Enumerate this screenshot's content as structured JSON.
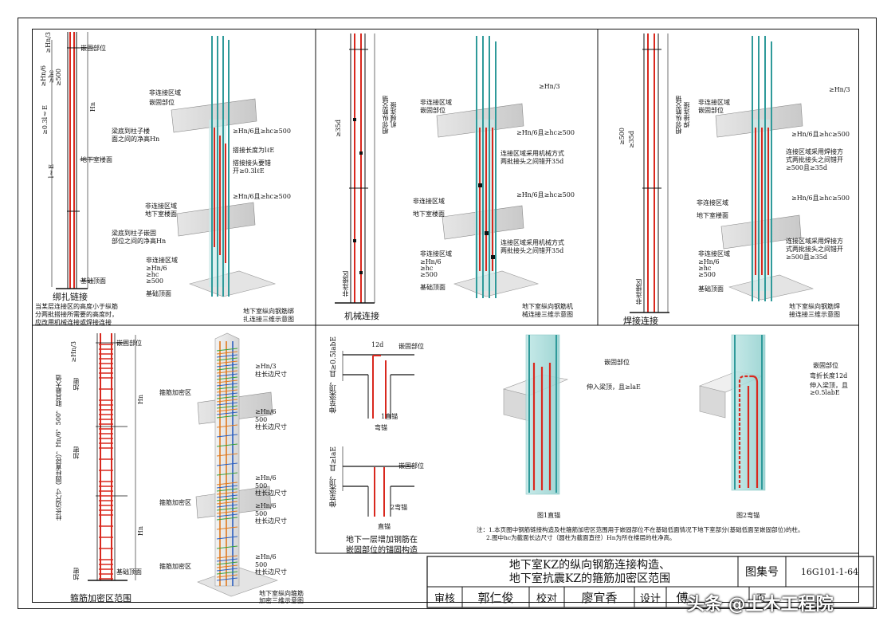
{
  "panels": {
    "p1": {
      "left_caption": "绑扎链接",
      "note_lines": [
        "当某层连接区的高度小于纵筋",
        "分两批搭接所需要的高度时，",
        "应改用机械连接或焊接连接"
      ],
      "right_caption_lines": [
        "地下室纵向钢筋绑",
        "扎连接三维示意图"
      ],
      "left_labels": [
        "嵌固部位",
        "梁底到柱子楼",
        "面之间的净高Hn",
        "地下室楼面",
        "梁底到柱子嵌固",
        "部位之间的净高Hn",
        "基础顶面"
      ],
      "left_dims": [
        "≥Hn/3",
        "≥Hn/6",
        "≥hc",
        "≥500",
        "≥0.3lℓE",
        "lℓE",
        "Hn"
      ],
      "right_labels": [
        "非连接区域",
        "嵌固部位",
        "≥Hn/6且≥hc≥500",
        "搭接长度为lℓE",
        "搭接接头要错",
        "开≥0.3lℓE",
        "≥Hn/6且≥hc≥500",
        "非连接区域",
        "地下室楼面",
        "非连接区域",
        "≥Hn/6",
        "≥hc",
        "≥500",
        "基础顶面"
      ]
    },
    "p2": {
      "left_caption": "机械连接",
      "right_caption_lines": [
        "地下室纵向钢筋机",
        "械连接三维示意图"
      ],
      "left_vertical": [
        "相邻纵筋交错",
        "机械连接",
        "非连接区",
        "≥35d"
      ],
      "right_labels": [
        "≥Hn/3",
        "非连接区域",
        "嵌固部位",
        "≥Hn/6且≥hc≥500",
        "连接区域采用机械方式",
        "两批接头之间错开35d",
        "≥Hn/6且≥hc≥500",
        "非连接区域",
        "地下室楼面",
        "连接区域采用机械方式",
        "两批接头之间错开35d",
        "非连接区域",
        "≥Hn/6",
        "≥hc",
        "≥500",
        "基础顶面"
      ]
    },
    "p3": {
      "left_caption": "焊接连接",
      "right_caption_lines": [
        "地下室纵向钢筋焊",
        "接连接三维示意图"
      ],
      "left_vertical": [
        "相邻纵筋交错",
        "焊接连接",
        "非连接区",
        "≥35d",
        "≥500"
      ],
      "right_labels": [
        "≥Hn/3",
        "非连接区域",
        "嵌固部位",
        "≥Hn/6且≥hc≥500",
        "连接区域采用焊接方",
        "式两批接头之间错开",
        "≥500且≥35d",
        "≥Hn/6且≥hc≥500",
        "非连接区域",
        "地下室楼面",
        "连接区域采用焊接方",
        "式两批接头之间错开",
        "≥500且≥35d",
        "非连接区域",
        "≥Hn/6",
        "≥hc",
        "≥500",
        "基础顶面"
      ]
    },
    "p4": {
      "left_caption": "箍筋加密区范围",
      "right_caption_lines": [
        "地下室纵向箍筋",
        "加密三维示意图"
      ],
      "left_vertical": "柱长边尺寸（圆柱直径），Hn/6，500，取其最大值",
      "left_labels": [
        "≥Hn/3",
        "嵌固部位",
        "加密",
        "Hn",
        "加密",
        "Hn",
        "加密",
        "基础顶面"
      ],
      "right_labels": [
        "≥Hn/3",
        "柱长边尺寸",
        "≥Hn/6",
        "500",
        "柱长边尺寸",
        "箍筋加密区",
        "≥Hn/6",
        "500",
        "柱长边尺寸",
        "≥Hn/6",
        "500",
        "柱长边尺寸",
        "箍筋加密区",
        "箍筋加密区",
        "≥Hn/6",
        "500",
        "柱长边尺寸"
      ]
    },
    "p5": {
      "top_vertical": "伸至梁顶，且≥0.5labE",
      "top_labels": [
        "12d",
        "嵌固部位",
        "1直锚",
        "弯锚"
      ],
      "bottom_vertical": "伸至梁顶，且≥laE",
      "bottom_labels": [
        "嵌固部位",
        "2弯锚",
        "直锚"
      ],
      "caption_lines": [
        "地下一层增加钢筋在",
        "嵌固部位的锚固构造"
      ]
    },
    "p6": {
      "fig1_labels": [
        "嵌固部位",
        "伸入梁顶，且≥laE"
      ],
      "fig1_caption": "图1直锚",
      "fig2_labels": [
        "嵌固部位",
        "弯折长度12d",
        "伸入梁顶，且",
        "≥0.5labE"
      ],
      "fig2_caption": "图2弯锚",
      "notes": [
        "注：1.本页图中钢筋链接构造及柱箍筋加密区范围用于嵌固部位不在基础低面情况下地下室部分(基础低面至嵌固部位)的柱。",
        "2.图中hc为截面长边尺寸（圆柱为截面直径）Hn为所在楼层的柱净高。"
      ]
    }
  },
  "title_block": {
    "title_line1": "地下室KZ的纵向钢筋连接构造、",
    "title_line2": "地下室抗震KZ的箍筋加密区范围",
    "atlas_label": "图集号",
    "atlas_no": "16G101-1-64",
    "review_label": "审核",
    "reviewer": "郭仁俊",
    "check_label": "校对",
    "checker": "廖宜香",
    "design_label": "设计",
    "designer": "傅",
    "page_label": "页"
  },
  "watermark": "头条 @土木工程院",
  "colors": {
    "rebar_red": "#d9281e",
    "rebar_teal": "#2f9a9a",
    "concrete": "#d8d8d8",
    "line": "#111111",
    "stirrup_orange": "#e07a1f",
    "stirrup_blue": "#2b5fc0",
    "stirrup_green": "#3aa03a"
  }
}
